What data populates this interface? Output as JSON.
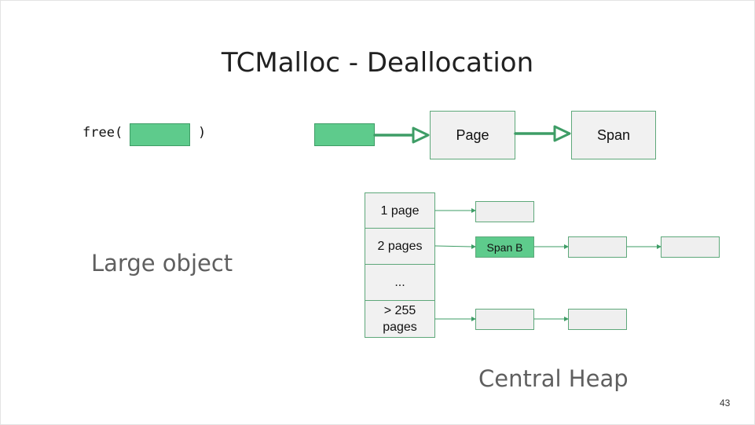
{
  "slide": {
    "title": "TCMalloc - Deallocation",
    "page_number": "43"
  },
  "free_call": {
    "open": "free(",
    "close": ")"
  },
  "lookup_chain": {
    "page_label": "Page",
    "span_label": "Span"
  },
  "central_heap": {
    "rows": [
      {
        "label": "1 page"
      },
      {
        "label": "2 pages",
        "span_label": "Span B"
      },
      {
        "label": "..."
      },
      {
        "label": "> 255\npages"
      }
    ],
    "caption": "Central Heap"
  },
  "left_label": "Large object",
  "colors": {
    "green_fill": "#5ecb8c",
    "arrow": "#3e9d66",
    "box_fill": "#f1f1f1"
  }
}
